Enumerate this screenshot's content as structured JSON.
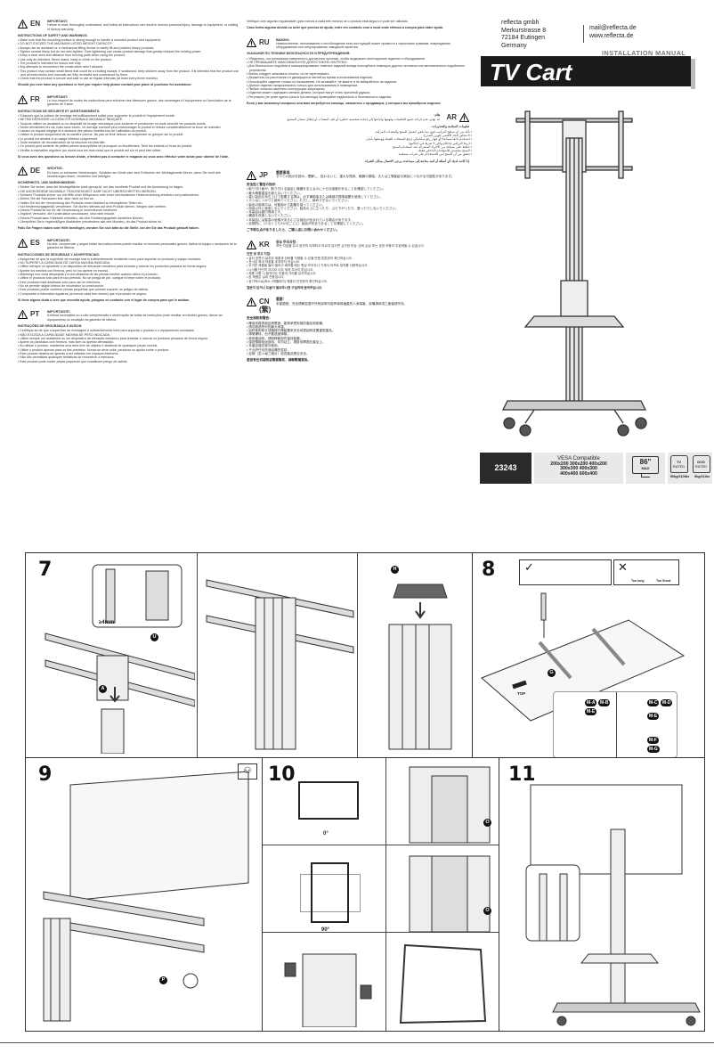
{
  "header": {
    "company": [
      "reflecta gmbh",
      "Merkurstrasse 8",
      "72184 Eutingen",
      "Germany"
    ],
    "email": "mail@reflecta.de",
    "web": "www.reflecta.de",
    "doc_type": "INSTALLATION MANUAL",
    "title": "TV Cart"
  },
  "specs": {
    "sku": "23243",
    "vesa_title": "VESA Compatible",
    "vesa_sizes": [
      "200x200 300x200 400x200",
      "300x300 400x300",
      "400x400 600x400"
    ],
    "max_size": "86\"",
    "max_label": "MAX",
    "tv_rated": "TV",
    "dvd_rated": "DVD",
    "rated": "RATED",
    "tv_load": "50kg/110lbs",
    "dvd_load": "5kg/11lbs"
  },
  "sections_col1": [
    {
      "lang": "EN",
      "important": "IMPORTANT:",
      "intro": "Failure to read, thoroughly understand, and follow all instructions can result in serious personal injury, damage to equipment, or voiding of factory warranty.",
      "title": "INSTRUCTIONS OF SAFETY AND WARNINGS:",
      "bullets": [
        "Make sure that the mounting surface is strong enough to handle a mounted product and equipment.",
        "DO NOT EXCEED THE MAXIMUM LISTED WEIGHT CAPACITY.",
        "Always use an assistant or a mechanical lifting device to safely lift and position heavy products.",
        "Tighten screws firmly but do not over-tighten. Over tightening can cause product damage that greatly reduces the holding power.",
        "Keep a clear area and distance from moving parts when using the product.",
        "Use only as intended. Never stand, hang or climb on the product.",
        "The product is intended for indoor use only.",
        "Any attempts to reconstruct the construction aren't allowed.",
        "This product may contain small items that could be a choking hazard. If swallowed, keep children away from the product. It is intended that the product use and all instructions and manuals are fully reviewed and understood by them.",
        "Check that the product is secure and safe to use at regular intervals (at least every three months)."
      ],
      "footer": "Should you ever have any questions or feel you require help please contact your place of purchase for assistance."
    },
    {
      "lang": "FR",
      "important": "IMPORTANT:",
      "intro": "Le non-respect de toutes les instructions peut entraîner des blessures graves, des dommages à l'équipement ou l'annulation de la garantie de l'usine.",
      "title": "INSTRUCTIONS DE SÉCURITÉ ET AVERTISSEMENTS:",
      "bullets": [
        "S'assurer que la surface de montage est suffisamment solide pour supporter le produit et l'équipement monté.",
        "NE PAS DÉPASSER LA CAPACITÉ NOMINALE MAXIMALE INDIQUÉE.",
        "Toujours utiliser un assistant ou un dispositif de levage mécanique pour soulever et positionner en toute sécurité les produits lourds.",
        "Serrer fermement les vis, mais sans excès. Un serrage excessif peut endommager le produit et réduire considérablement la force de maintien.",
        "Laisser un espace dégagé et à distance des pièces mobiles lors de l'utilisation du produit.",
        "Utiliser le produit uniquement de la manière prévue. Ne pas se tenir debout, se suspendre ou grimper sur le produit.",
        "Le produit est destiné à un usage intérieur uniquement.",
        "Toute tentative de reconstruction de la structure est interdite.",
        "Ce produit peut contenir de petites pièces susceptibles de provoquer un étouffement. Tenir les enfants à l'écart du produit.",
        "Vérifier à intervalles réguliers (au moins tous les trois mois) que le produit est sûr et peut être utilisé."
      ],
      "footer": "Si vous avez des questions ou besoin d'aide, n'hésitez pas à contacter le magasin où vous avez effectué votre achat pour obtenir de l'aide."
    },
    {
      "lang": "DE",
      "important": "WICHTIG:",
      "intro": "Es kann zu schweren Verletzungen, Schäden am Gerät oder zum Erlöschen der Werksgarantie führen, wenn Sie nicht alle Anweisungen lesen, verstehen und befolgen.",
      "title": "SICHERHEITS- UND WARNHINWEISE:",
      "bullets": [
        "Stellen Sie sicher, dass die Montagefläche stark genug ist, um das montierte Produkt und die Ausrüstung zu tragen.",
        "DIE ANGEGEBENE MAXIMALE TRAGFÄHIGKEIT DARF NICHT ÜBERSCHRITTEN WERDEN.",
        "Schwere Produkte immer nur mit Hilfe einer Hilfsperson oder einer mechanischen Hebevorrichtung anheben und positionieren.",
        "Ziehen Sie die Schrauben fest, aber nicht zu fest an.",
        "Halten Sie bei der Verwendung des Produkts einen Abstand zu beweglichen Teilen ein.",
        "Nur bestimmungsgemäß verwenden. Sie dürfen niemals auf dem Produkt stehen, hängen oder klettern.",
        "Dieses Produkt ist nur für die Verwendung in Innenräumen bestimmt.",
        "Jegliche Versuche, die Konstruktion umzubauen, sind nicht erlaubt.",
        "Dieses Produkt kann Kleinteile enthalten, die eine Erstickungsgefahr darstellen können.",
        "Überprüfen Sie in regelmäßigen Abständen (mindestens alle drei Monate), ob das Produkt sicher ist."
      ],
      "footer": "Falls Sie Fragen haben oder Hilfe benötigen, wenden Sie sich bitte an die Stelle, bei der Sie das Produkt gekauft haben."
    },
    {
      "lang": "ES",
      "important": "IMPORTANTE:",
      "intro": "No leer, comprender y seguir todas las instrucciones puede resultar en lesiones personales graves, daños al equipo o anulación de la garantía de fábrica.",
      "title": "INSTRUCCIONES DE SEGURIDAD Y ADVERTENCIAS:",
      "bullets": [
        "Asegúrese de que la superficie de montaje sea lo suficientemente resistente como para soportar un producto y equipo montado.",
        "NO SUPERE LA CAPACIDAD DE CARGA MÁXIMA INDICADA.",
        "Utilice siempre un ayudante o un dispositivo de elevación mecánico para levantar y colocar los productos pesados de forma segura.",
        "Apriete los tornillos con firmeza, pero no los apriete en exceso.",
        "Mantenga una zona despejada y a una distancia de las piezas móviles cuando utilice el producto.",
        "Utilice el producto solo para el uso previsto. No se ponga de pie, cuelgue ni trepe sobre el producto.",
        "Este producto está destinado solo para uso en interiores.",
        "No se permite ningún intento de reconstruir la construcción.",
        "Este producto puede contener piezas pequeñas que podrían suponer un peligro de asfixia.",
        "Compruebe a intervalos regulares (al menos cada tres meses) que el producto es seguro."
      ],
      "footer": "Si tiene alguna duda o cree que necesita ayuda, póngase en contacto con el lugar de compra para que le asistan."
    },
    {
      "lang": "PT",
      "important": "IMPORTANTE:",
      "intro": "A leitura incompleta ou a não compreensão e observação de todas as instruções pode resultar em lesões graves, danos ao equipamento ou anulação da garantia de fábrica.",
      "title": "INSTRUÇÕES DE SEGURANÇA E AVISOS:",
      "bullets": [
        "Certifique-se de que a superfície de montagem é suficientemente forte para suportar o produto e o equipamento montados.",
        "NÃO EXCEDA A CAPACIDADE MÁXIMA DE PESO INDICADA.",
        "Utilize sempre um assistente ou um dispositivo de elevação mecânico para levantar e colocar os produtos pesados de forma segura.",
        "Aperte os parafusos com firmeza, mas sem os apertar demasiado.",
        "Ao utilizar o produto, mantenha uma área livre de objetos e distância de quaisquer peças móveis.",
        "Utilize o produto apenas para os fins previstos. Nunca se deve subir, pendurar ou apoiar sobre o produto.",
        "Este produto destina-se apenas a ser utilizado em espaços interiores.",
        "Não são permitidas quaisquer tentativas de reconstruir a estrutura.",
        "Este produto pode conter peças pequenas que constituem perigo de asfixia."
      ]
    }
  ],
  "sections_col2": [
    {
      "lang": "",
      "intro": "Verifique com alguma regularidade (pelo menos a cada três meses) se o produto está seguro e pode ser utilizado.",
      "footer": "Caso tenha alguma dúvida ou ache que precisa de ajuda, entre em contacto com o local onde efetuou a compra para obter ajuda."
    },
    {
      "lang": "RU",
      "important": "ВАЖНО:",
      "intro": "Невыполнение, непонимание и несоблюдение всех инструкций может привести к серьёзным травмам, повреждению оборудования или аннулированию заводской гарантии.",
      "title": "УКАЗАНИЯ ПО ТЕХНИКЕ БЕЗОПАСНОСТИ И ПРЕДУПРЕЖДЕНИЯ:",
      "bullets": [
        "Убедитесь, что монтажная поверхность достаточно прочная, чтобы выдержать монтируемое изделие и оборудование.",
        "НЕ ПРЕВЫШАЙТЕ МАКСИМАЛЬНУЮ ДОПУСТИМУЮ НАГРУЗКУ.",
        "Для безопасного подъёма и позиционирования тяжёлых изделий всегда пользуйтесь помощью другого человека или механического подъёмного устройства.",
        "Винты следует затягивать плотно, но не перетягивать.",
        "Держитесь на расстоянии от движущихся частей во время использования изделия.",
        "Используйте изделие только по назначению. Не вставайте, не висите и не взбирайтесь на изделие.",
        "Данное изделие предназначено только для использования в помещении.",
        "Любые попытки изменить конструкцию запрещены.",
        "Изделие может содержать мелкие детали, которые могут стать причиной удушья.",
        "Регулярно (не реже одного раза в три месяца) проверяйте надёжность и безопасность изделия."
      ],
      "footer": "Если у вас возникнут вопросы или вам потребуется помощь, свяжитесь с продавцом, у которого вы приобрели изделие."
    },
    {
      "lang": "AR",
      "rtl": true,
      "important": "هام:",
      "intro": "قد يؤدي عدم قراءة جميع التعليمات وفهمها واتباعها إلى إصابة شخصية خطيرة أو تلف المعدات أو إبطال ضمان المصنع.",
      "title": "تعليمات السلامة والتحذيرات:",
      "bullets": [
        "تأكد من أن سطح التركيب قوي بما يكفي لتحمل المنتج والمعدات المركبة.",
        "لا تتجاوز الحد الأقصى للوزن المدرج.",
        "استخدم دائمًا مساعدًا أو جهاز رفع ميكانيكي لرفع المنتجات الثقيلة ووضعها بأمان.",
        "اربط البراغي بإحكام ولكن لا تفرط في إحكامها.",
        "حافظ على مسافة من الأجزاء المتحركة عند استخدام المنتج.",
        "المنتج مخصص للاستخدام الداخلي فقط.",
        "تحقق من أن المنتج آمن للاستخدام على فترات منتظمة."
      ],
      "footer": "إذا كانت لديك أي أسئلة أو كنت بحاجة إلى مساعدة، يرجى الاتصال بمكان الشراء."
    },
    {
      "lang": "JP",
      "important": "重要事項:",
      "intro": "すべての指示を読み、理解し、従わないと、重大な怪我、機器の損傷、または工場保証の無効につながる可能性があります。",
      "title": "安全性と警告の指示:",
      "bullets": [
        "取り付け面が、取り付ける製品と機器を支えるのに十分な強度があることを確認してください。",
        "最大積載重量を超えないでください。",
        "重い製品を持ち上げて配置する際は、必ず補助者または機械式昇降装置を使用してください。",
        "ネジはしっかりと締めてください。ただし、締めすぎないでください。",
        "製品の使用中は、可動部から距離を保ってください。",
        "用途以外に使用しないでください。製品の上に立ったり、ぶら下がったり、登ったりしないでください。",
        "本製品は屋内専用です。",
        "構造を改造しないでください。",
        "本製品には窒息の危険がある小さな部品が含まれている場合があります。",
        "定期的に（少なくとも3か月ごとに）製品が安全であることを確認してください。"
      ],
      "footer": "ご不明な点がありましたら、ご購入店にお問い合わせください。"
    },
    {
      "lang": "KR",
      "important": "중요 주의사항:",
      "intro": "모든 지침을 읽고 완전히 이해하고 따르지 않으면 심각한 부상, 장비 손상 또는 공장 보증이 무효화될 수 있습니다.",
      "title": "안전 및 경고 지침:",
      "bullets": [
        "설치 표면이 설치된 제품과 장비를 지탱할 수 있을 만큼 튼튼한지 확인하십시오.",
        "표시된 최대 하중을 초과하지 마십시오.",
        "무거운 제품을 들어 올리고 배치할 때는 항상 보조자나 기계식 리프트 장치를 사용하십시오.",
        "나사를 단단히 조이되 너무 세게 조이지 마십시오.",
        "제품 사용 시 움직이는 부품과 거리를 유지하십시오.",
        "본 제품은 실내 전용입니다.",
        "정기적으로(최소 3개월마다) 제품이 안전한지 확인하십시오."
      ],
      "footer": "질문이 있거나 도움이 필요하시면 구입처에 문의하십시오."
    },
    {
      "lang": "CN (繁)",
      "important": "重要：",
      "intro": "未能閱讀、完全理解並遵守所有說明可能會導致嚴重的人身傷害、設備損壞或工廠保修失效。",
      "title": "安全須知和警告：",
      "bullets": [
        "確保安裝表面足夠堅固，能夠承受安裝的產品和設備。",
        "請勿超過所列的最大承重。",
        "始終使用助手或機械升降裝置來安全地提起和放置重型產品。",
        "擰緊螺絲，但不要過度擰緊。",
        "使用產品時，請與移動部件保持距離。",
        "僅按預期用途使用。切勿站立、懸掛或攀爬在產品上。",
        "本產品僅供室內使用。",
        "不允許任何改造結構的嘗試。",
        "定期（至少每三個月）檢查產品是否安全。"
      ],
      "footer": "若您有任何疑問或需要幫助，請聯繫購買商。"
    }
  ],
  "steps": {
    "s7": {
      "num": "7",
      "gap": "≥4mm",
      "part_u": "U",
      "part_a": "A",
      "part_h": "H"
    },
    "s8": {
      "num": "8",
      "too_long": "Too long",
      "too_short": "Too Short",
      "top": "TOP",
      "part_g": "G",
      "screws_left": [
        "M-A",
        "M-B",
        "M-E"
      ],
      "screws_right": [
        "M-C",
        "M-D",
        "M-E",
        "M-F",
        "M-G"
      ]
    },
    "s9": {
      "num": "9",
      "part_p": "P"
    },
    "s10": {
      "num": "10",
      "landscape": "0°",
      "portrait": "90°",
      "part_o": "O"
    },
    "s11": {
      "num": "11"
    }
  }
}
